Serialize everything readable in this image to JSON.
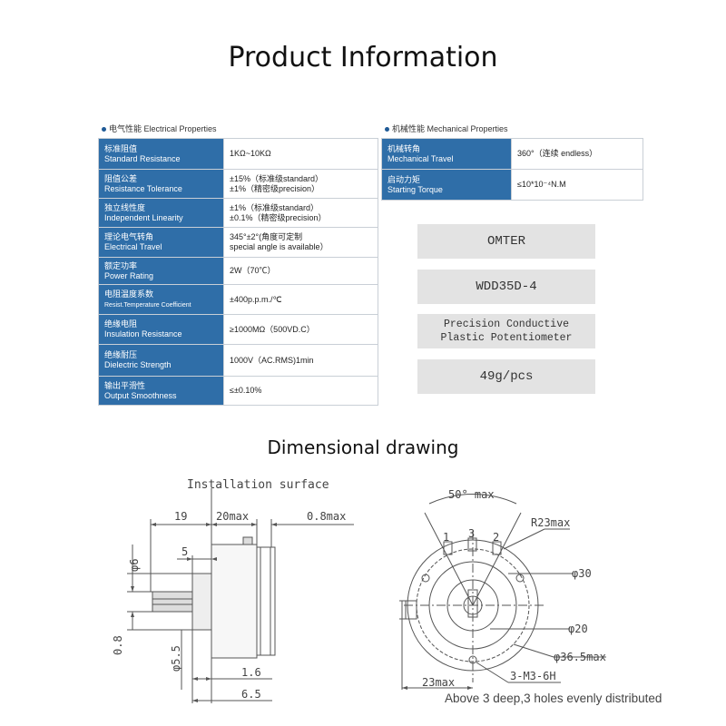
{
  "title": "Product Information",
  "electrical": {
    "heading": "电气性能 Electrical Properties",
    "rows": [
      {
        "cn": "标准阻值",
        "en": "Standard Resistance",
        "value1": "1KΩ~10KΩ",
        "value2": ""
      },
      {
        "cn": "阻值公差",
        "en": "Resistance Tolerance",
        "value1": "±15%（标准级standard）",
        "value2": "±1%（精密级precision）"
      },
      {
        "cn": "独立线性度",
        "en": "Independent Linearity",
        "value1": "±1%（标准级standard）",
        "value2": "±0.1%（精密级precision）"
      },
      {
        "cn": "理论电气转角",
        "en": "Electrical Travel",
        "value1": "345°±2°(角度可定制",
        "value2": "special angle is available）"
      },
      {
        "cn": "额定功率",
        "en": "Power Rating",
        "value1": "2W（70℃）",
        "value2": ""
      },
      {
        "cn": "电阻温度系数",
        "en": "Resist.Temperature Coefficient",
        "value1": "±400p.p.m./℃",
        "value2": ""
      },
      {
        "cn": "绝缘电阻",
        "en": "Insulation Resistance",
        "value1": "≥1000MΩ（500VD.C）",
        "value2": ""
      },
      {
        "cn": "绝缘耐压",
        "en": "Dielectric Strength",
        "value1": "1000V（AC.RMS)1min",
        "value2": ""
      },
      {
        "cn": "输出平滑性",
        "en": "Output Smoothness",
        "value1": "≤±0.10%",
        "value2": ""
      }
    ]
  },
  "mechanical": {
    "heading": "机械性能 Mechanical Properties",
    "rows": [
      {
        "cn": "机械转角",
        "en": "Mechanical Travel",
        "value": "360°（连续 endless）"
      },
      {
        "cn": "启动力矩",
        "en": "Starting Torque",
        "value": "≤10*10⁻⁴N.M"
      }
    ]
  },
  "product": {
    "brand": "OMTER",
    "model": "WDD35D-4",
    "type_line1": "Precision Conductive",
    "type_line2": "Plastic Potentiometer",
    "weight": "49g/pcs"
  },
  "drawing": {
    "title": "Dimensional drawing",
    "side": {
      "install_label": "Installation surface",
      "dim_19": "19",
      "dim_20max": "20max",
      "dim_08max": "0.8max",
      "dim_phi6": "φ6",
      "dim_5": "5",
      "dim_08": "0.8",
      "dim_phi55": "φ5.5",
      "dim_16": "1.6",
      "dim_65": "6.5"
    },
    "front": {
      "dim_50max": "50° max",
      "term_1": "1",
      "term_2": "2",
      "term_3": "3",
      "dim_r23max": "R23max",
      "dim_phi30": "φ30",
      "dim_phi20": "φ20",
      "dim_phi365max": "φ36.5max",
      "dim_23max": "23max",
      "dim_m3": "3-M3-6H",
      "note": "Above 3 deep,3 holes evenly distributed"
    }
  },
  "colors": {
    "header_blue": "#2f6ea8",
    "pill_gray": "#e3e3e3"
  }
}
